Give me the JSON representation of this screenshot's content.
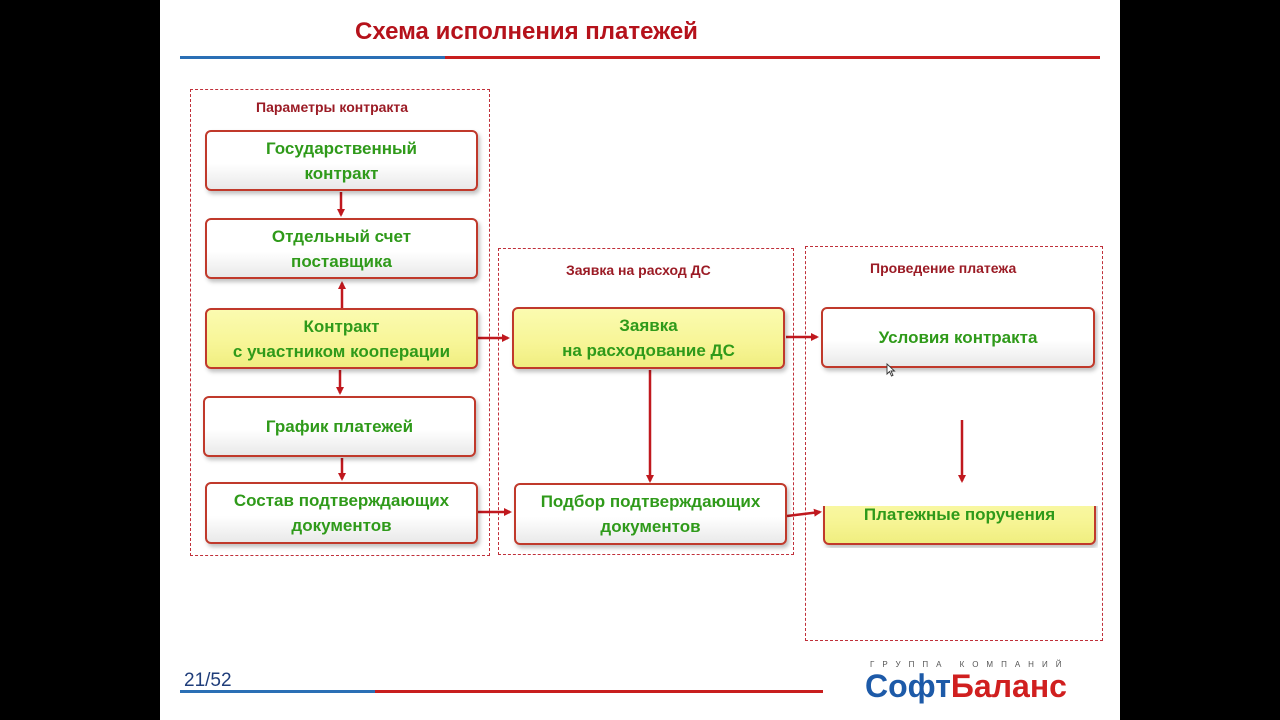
{
  "slide": {
    "title": "Схема исполнения платежей",
    "page_number": "21/52",
    "logo": {
      "tagline": "ГРУППА КОМПАНИЙ",
      "part1": "Софт",
      "part2": "Баланс"
    }
  },
  "groups": {
    "contract_params": "Параметры контракта",
    "expense_request": "Заявка на расход ДС",
    "payment_execution": "Проведение платежа"
  },
  "boxes": {
    "state_contract": "Государственный\nконтракт",
    "separate_account": "Отдельный счет\nпоставщика",
    "cooperation_contract": "Контракт\nс участником кооперации",
    "payment_schedule": "График платежей",
    "confirming_docs": "Состав подтверждающих\nдокументов",
    "spending_request": "Заявка\nна расходование ДС",
    "select_docs": "Подбор подтверждающих\nдокументов",
    "contract_terms": "Условия контракта",
    "payment_orders": "Платежные поручения"
  },
  "colors": {
    "accent_red": "#b5121b",
    "accent_blue": "#1d5aa8",
    "box_text_green": "#2f9a1a",
    "highlight_yellow": "#f7f596"
  }
}
